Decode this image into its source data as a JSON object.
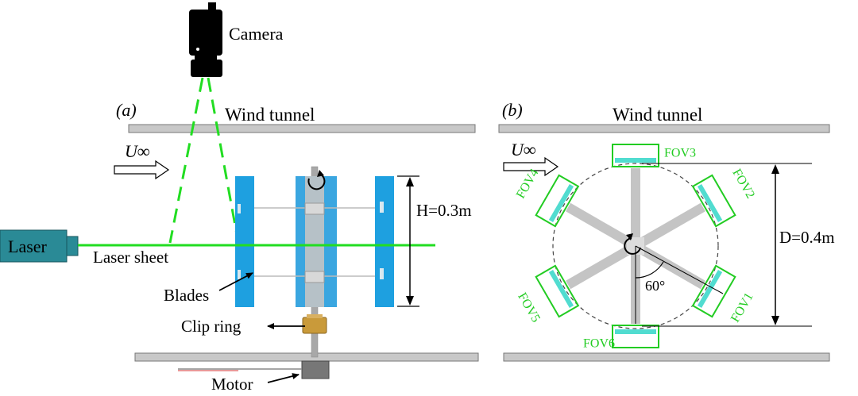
{
  "colors": {
    "laser_green": "#22dd22",
    "fov_green": "#22cc22",
    "blade_blue": "#1ea0e0",
    "laser_box": "#2a8a96",
    "tunnel_gray": "#c8c8c8",
    "clip_ring": "#c99a3a",
    "blade_arm": "#c4c4c4",
    "flow_cyan": "#33d6c8"
  },
  "panel_a": {
    "label": "(a)",
    "tunnel_label": "Wind tunnel",
    "freestream": "U∞",
    "camera_label": "Camera",
    "laser_label": "Laser",
    "laser_sheet_label": "Laser sheet",
    "blades_label": "Blades",
    "clip_ring_label": "Clip ring",
    "motor_label": "Motor",
    "height_label": "H=0.3m",
    "icons": [
      "camera-icon",
      "laser-icon",
      "rotation-arrow-icon",
      "flow-arrow-icon"
    ]
  },
  "panel_b": {
    "label": "(b)",
    "tunnel_label": "Wind tunnel",
    "freestream": "U∞",
    "diameter_label": "D=0.4m",
    "angle_label": "60°",
    "fovs": [
      {
        "name": "FOV1",
        "angle_deg": 30
      },
      {
        "name": "FOV2",
        "angle_deg": -30
      },
      {
        "name": "FOV3",
        "angle_deg": -90
      },
      {
        "name": "FOV4",
        "angle_deg": -150
      },
      {
        "name": "FOV5",
        "angle_deg": 150
      },
      {
        "name": "FOV6",
        "angle_deg": 90
      }
    ]
  }
}
